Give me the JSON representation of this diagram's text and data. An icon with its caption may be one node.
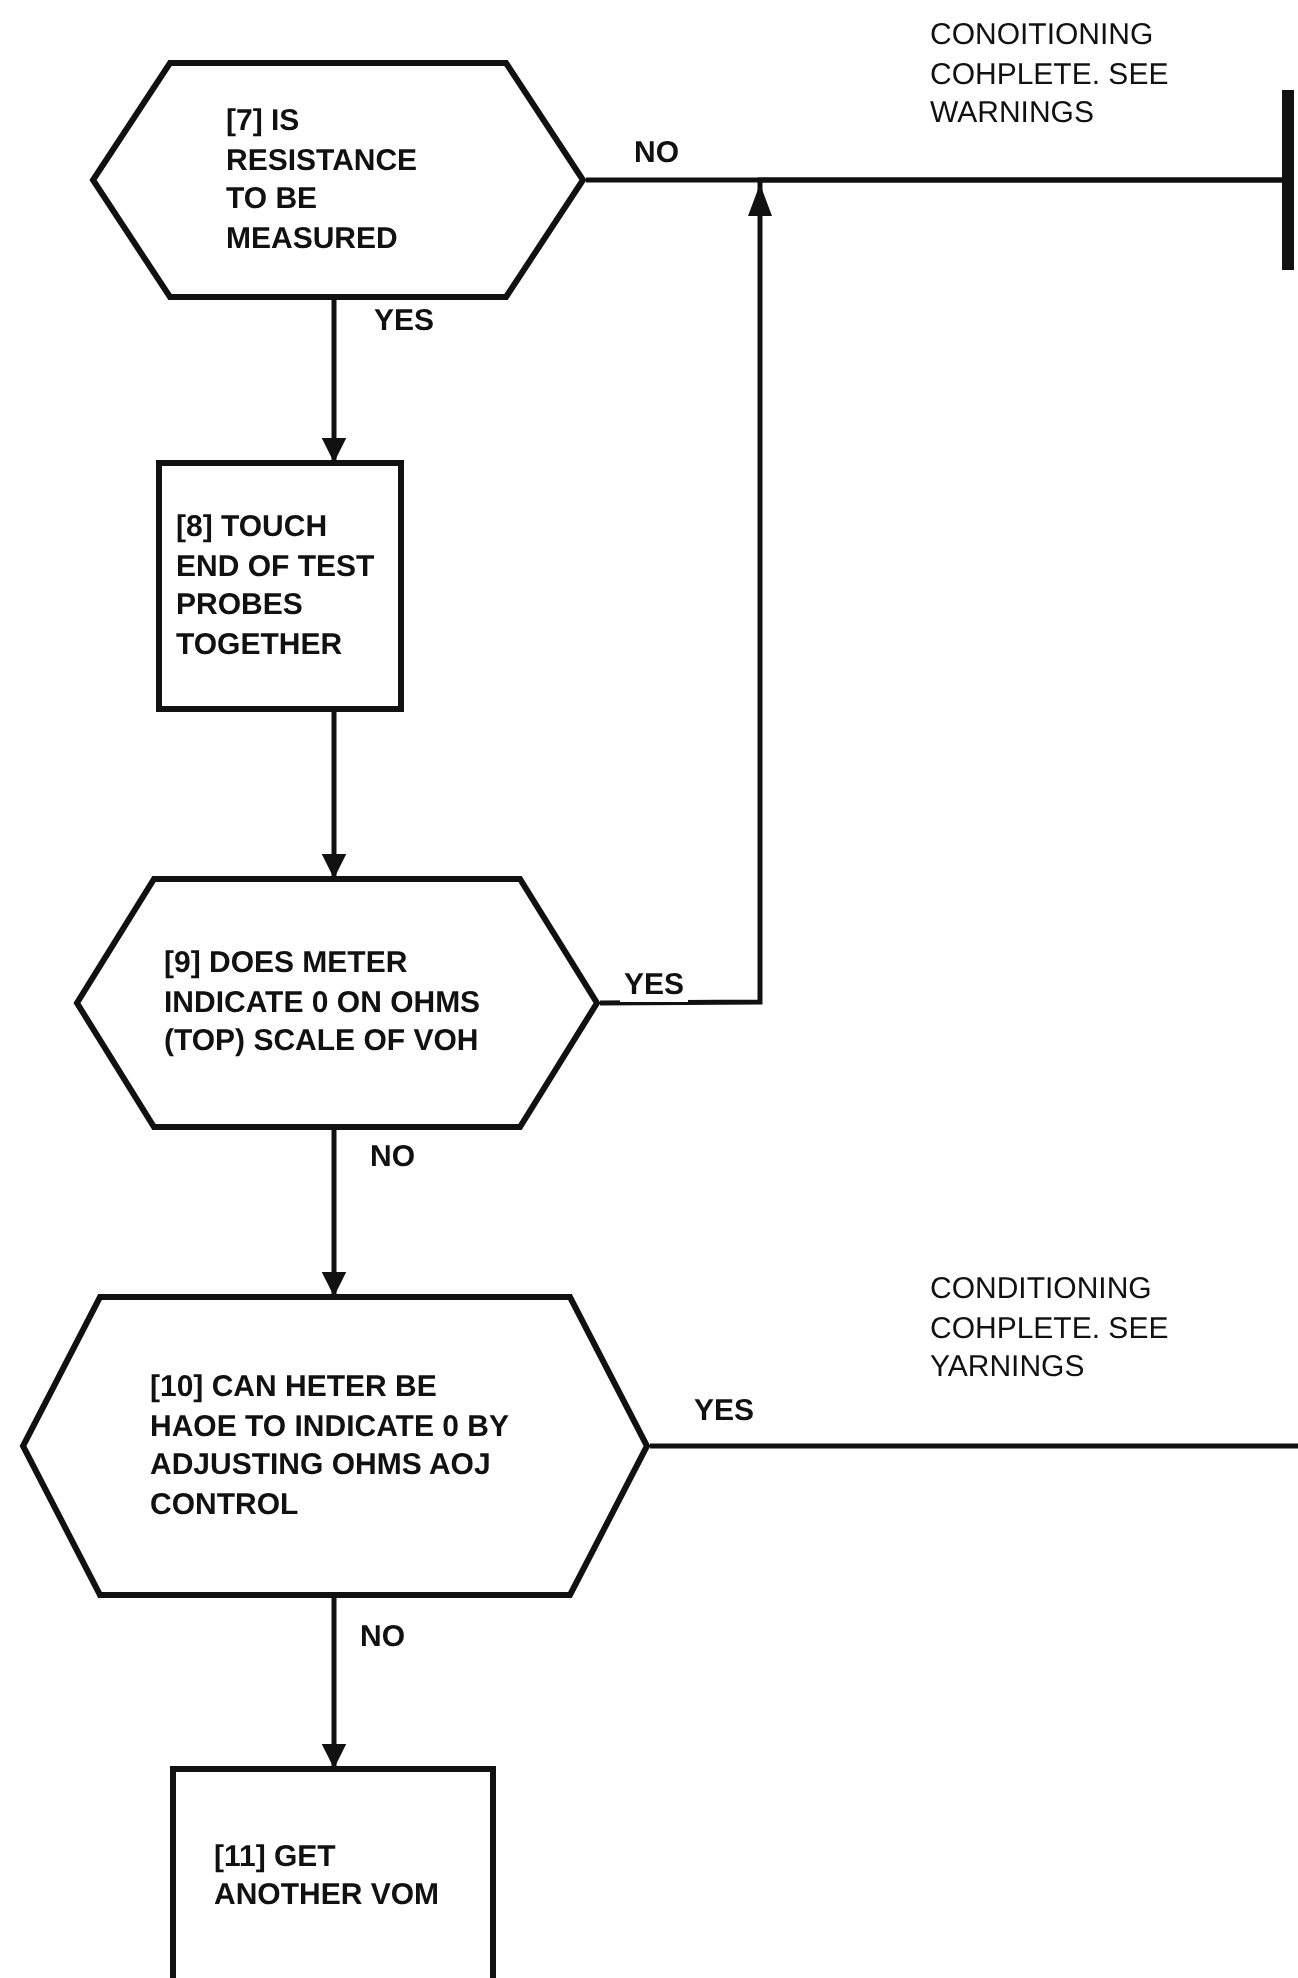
{
  "diagram": {
    "nodes": [
      {
        "text": [
          "[7] IS RESISTANCE TO BE MEASURED"
        ]
      },
      {
        "text": [
          "[8] TOUCH END OF TEST PROBES TOGETHER"
        ]
      },
      {
        "text": [
          "[9] DOES METER INDICATE 0 ON OHMS (TOP) SCALE OF VOH"
        ]
      },
      {
        "text": [
          "[10] CAN HETER BE HAOE TO INDICATE 0 BY ADJUSTING OHMS AOJ CONTROL"
        ]
      },
      {
        "text": [
          "[11] GET ANOTHER VOM"
        ]
      },
      {
        "text": [],
        "shape": "bar",
        "beside": [
          "CONOITIONING COHPLETE. SEE WARNINGS"
        ]
      }
    ],
    "edges": [
      {
        "from": 0,
        "to": 1,
        "arrow": "to",
        "label": "YES"
      },
      {
        "from": 0,
        "to": 5,
        "arrow": "none",
        "label": "NO"
      },
      {
        "from": 1,
        "to": 2,
        "arrow": "to"
      },
      {
        "from": 2,
        "to": 5,
        "arrow": "to",
        "label": "YES"
      },
      {
        "from": 2,
        "to": 3,
        "arrow": "to",
        "label": "NO"
      },
      {
        "from": 3,
        "to": null,
        "arrow": "none",
        "label": "YES"
      },
      {
        "from": 3,
        "to": 4,
        "arrow": "to",
        "label": "NO"
      }
    ],
    "labels": [
      "CONDITIONING COHPLETE. SEE YARNINGS"
    ]
  }
}
